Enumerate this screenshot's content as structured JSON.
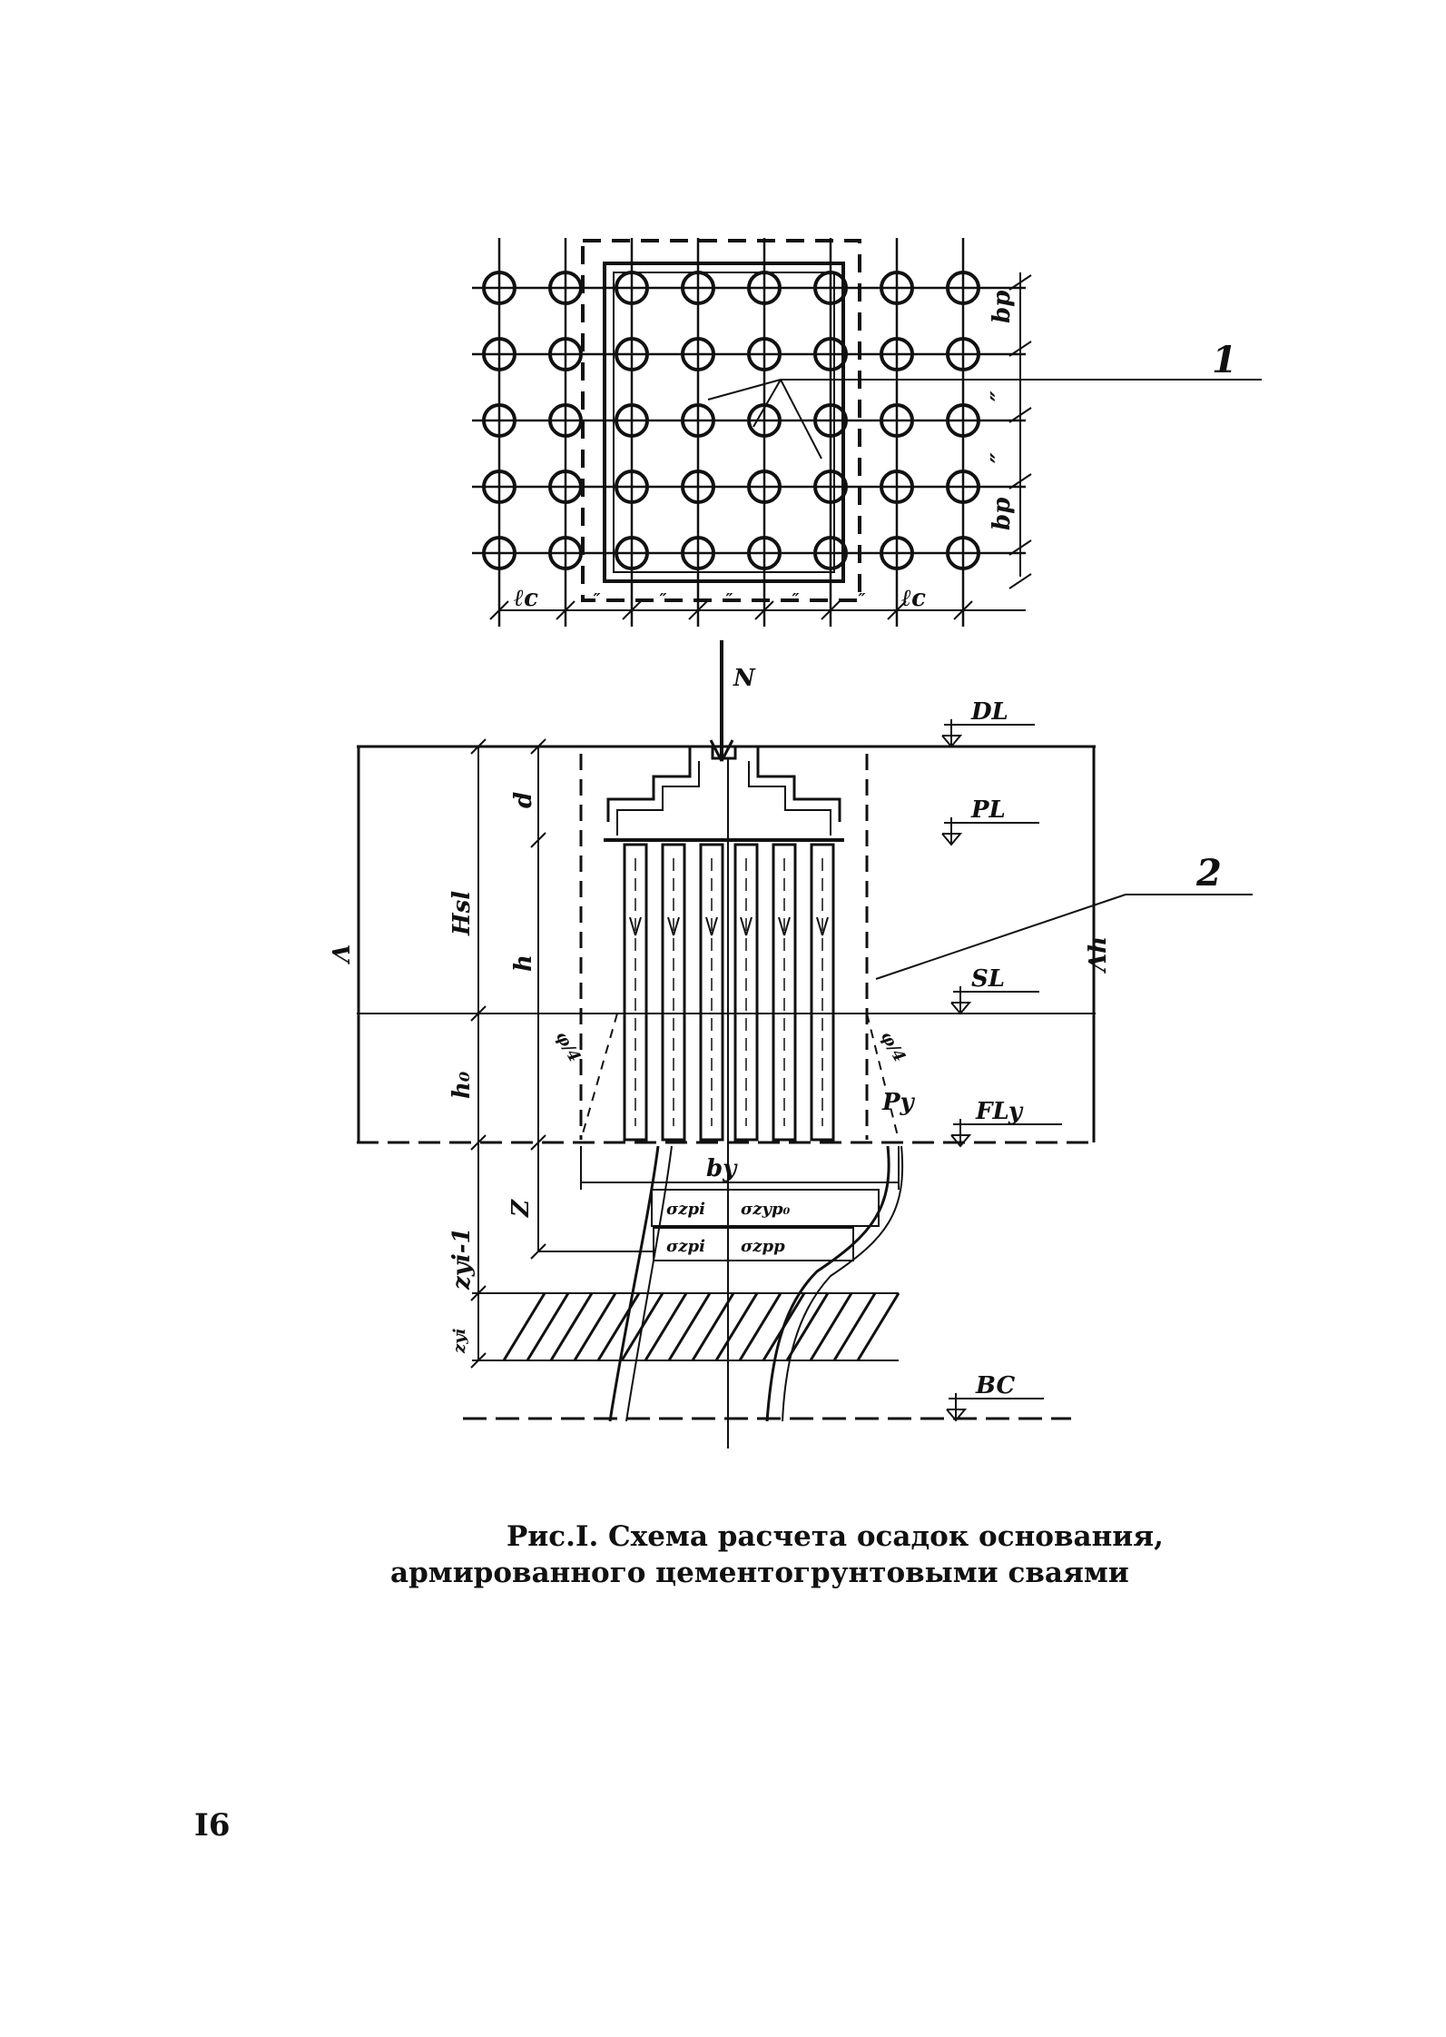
{
  "plan": {
    "callout": "1",
    "spacing_label": "bp",
    "spacing_repeat": "″",
    "edge_label": "ℓc",
    "columns": 8,
    "rows": 5
  },
  "section": {
    "load": "N",
    "levels": [
      "DL",
      "PL",
      "SL",
      "FLy",
      "BC"
    ],
    "callout": "2",
    "depths": {
      "d": "d",
      "h": "h",
      "h0": "h₀",
      "Hsl": "Hsl",
      "z": "Z",
      "zyi1": "zyi-1",
      "zyi": "zyi"
    },
    "width": "by",
    "pressure": "Py",
    "stress_labels": [
      "σzpi",
      "σzyp₀",
      "σzpi",
      "σzpp"
    ],
    "angle": "φ/4",
    "marks": [
      "Λ",
      "Λh"
    ]
  },
  "caption": {
    "line1": "Рис.I. Схема расчета осадок основания,",
    "line2": "армированного цементогрунтовыми сваями"
  },
  "page_number": "I6"
}
